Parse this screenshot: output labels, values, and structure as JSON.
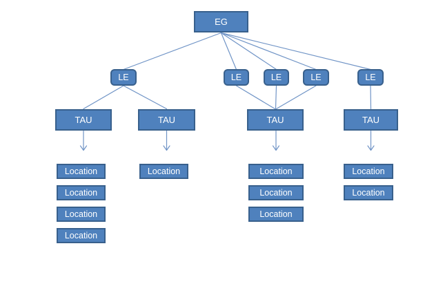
{
  "colors": {
    "background": "#ffffff",
    "node_fill": "#4f81bd",
    "node_border": "#38608c",
    "node_text": "#ffffff",
    "connector": "#7094c6"
  },
  "nodes": {
    "root": {
      "label": "EG"
    },
    "le": [
      "LE",
      "LE",
      "LE",
      "LE",
      "LE"
    ],
    "tau": [
      "TAU",
      "TAU",
      "TAU",
      "TAU"
    ],
    "location_columns": [
      [
        "Location",
        "Location",
        "Location",
        "Location"
      ],
      [
        "Location"
      ],
      [
        "Location",
        "Location",
        "Location"
      ],
      [
        "Location",
        "Location"
      ]
    ]
  },
  "edges": {
    "root_to_le": [
      0,
      1,
      2,
      3,
      4
    ],
    "le_to_tau": [
      [
        0,
        0
      ],
      [
        0,
        1
      ],
      [
        1,
        2
      ],
      [
        2,
        2
      ],
      [
        3,
        2
      ],
      [
        4,
        3
      ]
    ],
    "tau_to_location_column": [
      0,
      1,
      2,
      3
    ]
  }
}
